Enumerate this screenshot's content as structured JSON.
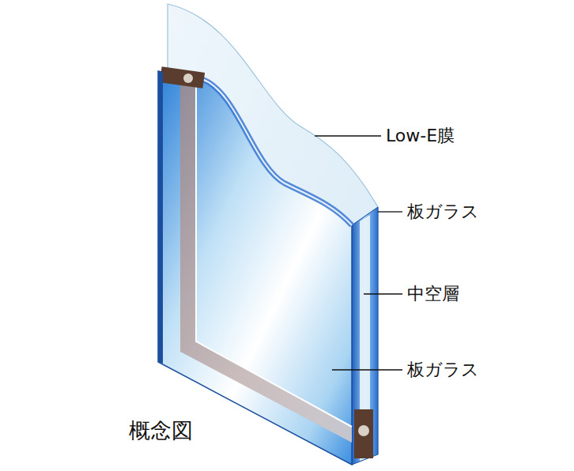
{
  "diagram": {
    "caption": "概念図",
    "labels": [
      "Low-E膜",
      "板ガラス",
      "中空層",
      "板ガラス"
    ]
  }
}
